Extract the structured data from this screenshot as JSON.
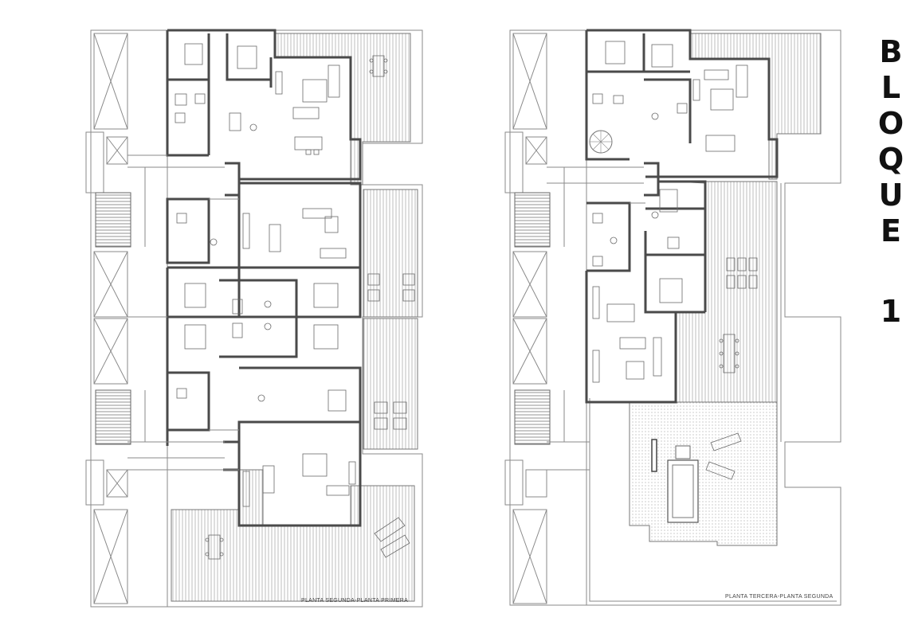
{
  "title_letters": [
    "B",
    "L",
    "O",
    "Q",
    "U",
    "E"
  ],
  "title_number": "1",
  "plans": [
    {
      "caption": "PLANTA SEGUNDA-PLANTA PRIMERA"
    },
    {
      "caption": "PLANTA TERCERA-PLANTA SEGUNDA"
    }
  ],
  "colors": {
    "wall": "#4a4a4a",
    "line": "#8a8a8a",
    "hatch": "#9a9a9a",
    "pool_dots": "#b0b0b0"
  }
}
